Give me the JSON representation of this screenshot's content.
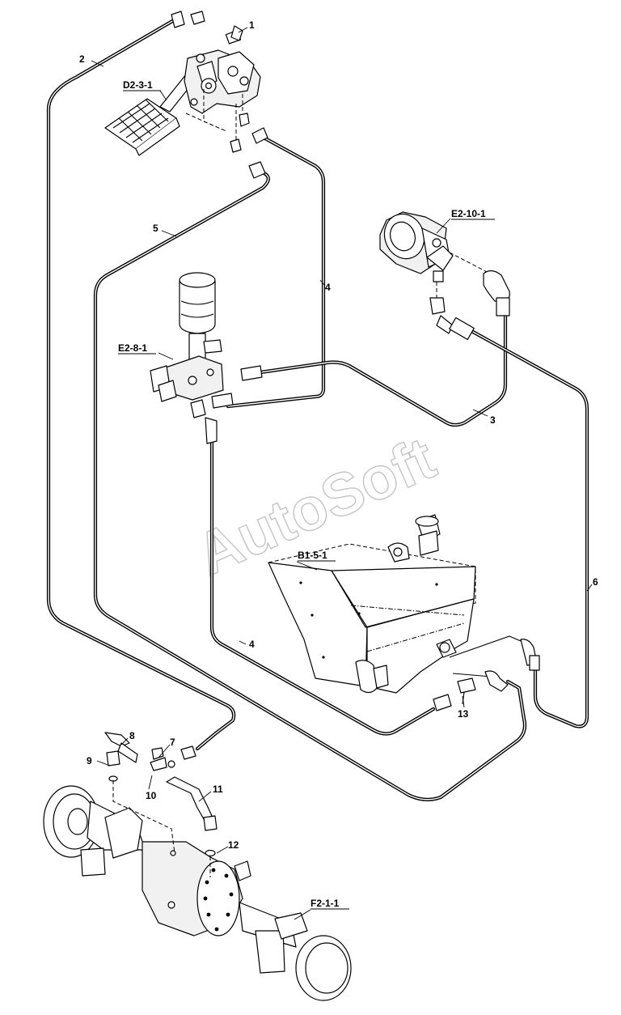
{
  "watermark": "AutoSoft",
  "callouts": {
    "c1": "1",
    "c2": "2",
    "c3": "3",
    "c4a": "4",
    "c4b": "4",
    "c5": "5",
    "c6": "6",
    "c7": "7",
    "c8": "8",
    "c9": "9",
    "c10": "10",
    "c11": "11",
    "c12": "12",
    "c13": "13"
  },
  "references": {
    "brake_pedal": "D2-3-1",
    "pump": "E2-10-1",
    "accumulator_valve": "E2-8-1",
    "tank": "B1-5-1",
    "axle": "F2-1-1"
  }
}
